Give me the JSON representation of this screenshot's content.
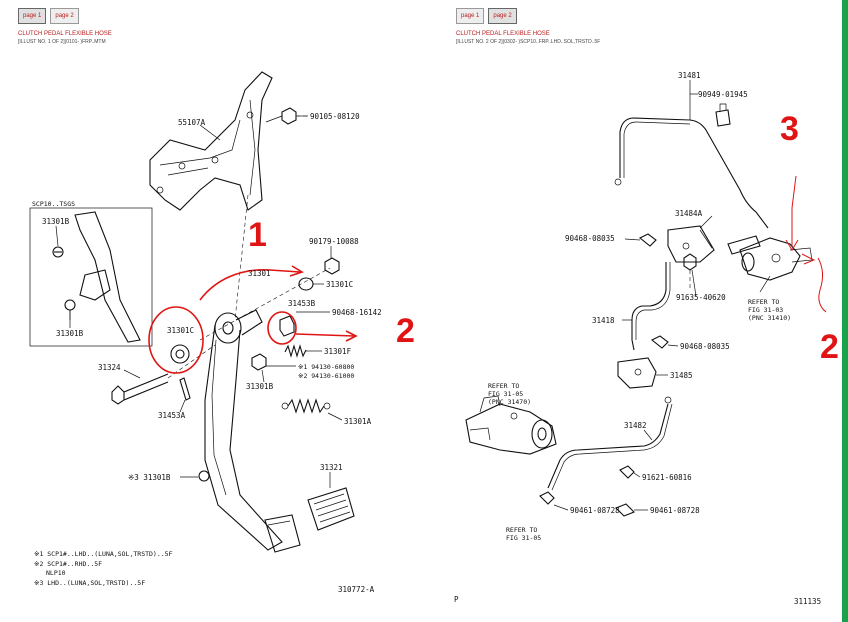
{
  "left_page": {
    "tabs": [
      {
        "label": "page 1",
        "active": true
      },
      {
        "label": "page 2",
        "active": false
      }
    ],
    "title": "CLUTCH PEDAL FLEXIBLE HOSE",
    "subtitle": "[ILLUST NO. 1 OF 2](0101- )FRP..MTM",
    "inset_title": "SCP10..TSGS",
    "labels": {
      "p55107A": "55107A",
      "p90105_08120": "90105-08120",
      "p90179_10088": "90179-10088",
      "p31301_top": "31301",
      "p31301C_top": "31301C",
      "p31453B": "31453B",
      "p90468_16142": "90468-16142",
      "p31301C_mid": "31301C",
      "p31301F": "31301F",
      "p94130_60800": "※1 94130-60800",
      "p94130_61000": "※2 94130-61000",
      "p31324": "31324",
      "p31453A": "31453A",
      "p31301B_mid": "31301B",
      "p31301A": "31301A",
      "p31321": "31321",
      "p31301B_bottom": "※3 31301B",
      "inset_31301B_top": "31301B",
      "inset_31301B_bottom": "31301B"
    },
    "footnotes": [
      "※1 SCP1#..LHD..(LUNA,SOL,TRSTD)..5F",
      "※2 SCP1#..RHD..5F",
      "NLP10",
      "※3 LHD..(LUNA,SOL,TRSTD)..5F"
    ],
    "figure_code": "310772-A",
    "annotations": [
      "1",
      "2"
    ]
  },
  "right_page": {
    "tabs": [
      {
        "label": "page 1",
        "active": false
      },
      {
        "label": "page 2",
        "active": true
      }
    ],
    "title": "CLUTCH PEDAL FLEXIBLE HOSE",
    "subtitle": "[ILLUST NO. 2 OF 2](0302- )SCP10..FRP..LHD..SOL,TRSTD..5F",
    "labels": {
      "p31481": "31481",
      "p90949_01945": "90949-01945",
      "p31484A": "31484A",
      "p90468_08035_top": "90468-08035",
      "p91635_40620": "91635-40620",
      "p31418": "31418",
      "p90468_08035_mid": "90468-08035",
      "p31485": "31485",
      "p31482": "31482",
      "p91621_60816": "91621-60816",
      "p90461_08728_a": "90461-08728",
      "p90461_08728_b": "90461-08728"
    },
    "refer_notes": [
      {
        "line1": "REFER TO",
        "line2": "FIG 31-03",
        "line3": "(PNC 31410)"
      },
      {
        "line1": "REFER TO",
        "line2": "FIG 31-05",
        "line3": "(PNC 31470)"
      },
      {
        "line1": "REFER TO",
        "line2": "FIG 31-05",
        "line3": ""
      }
    ],
    "page_marker": "P",
    "figure_code": "311135",
    "annotations": [
      "3",
      "2"
    ]
  },
  "colors": {
    "annotation_red": "#e01414",
    "title_red": "#b91c1c",
    "side_bar_green": "#16a34a"
  }
}
